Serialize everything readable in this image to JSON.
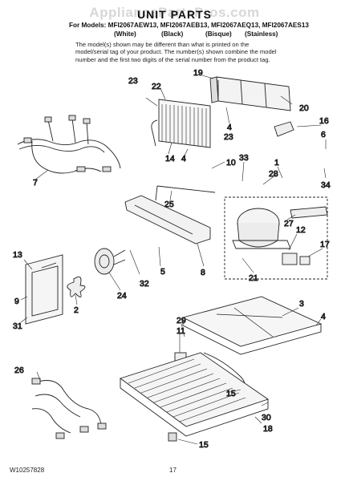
{
  "watermark": "AppliancePartsPros.com",
  "title": "UNIT PARTS",
  "models_line": "For Models: MFI2067AEW13, MFI2067AEB13, MFI2067AEQ13, MFI2067AES13",
  "variants": [
    "(White)",
    "(Black)",
    "(Bisque)",
    "(Stainless)"
  ],
  "note_lines": [
    "The model(s) shown may be different than what is printed on the",
    "model/serial tag of your product. The number(s) shown combine the model",
    "number and the first two digits of the serial number from the product tag."
  ],
  "footer": {
    "doc_number": "W10257828",
    "page_number": "17"
  },
  "callouts": [
    {
      "id": "19",
      "label": "19"
    },
    {
      "id": "22",
      "label": "22"
    },
    {
      "id": "23a",
      "label": "23"
    },
    {
      "id": "20",
      "label": "20"
    },
    {
      "id": "4a",
      "label": "4"
    },
    {
      "id": "23b",
      "label": "23"
    },
    {
      "id": "16",
      "label": "16"
    },
    {
      "id": "6",
      "label": "6"
    },
    {
      "id": "7",
      "label": "7"
    },
    {
      "id": "14",
      "label": "14"
    },
    {
      "id": "4b",
      "label": "4"
    },
    {
      "id": "10",
      "label": "10"
    },
    {
      "id": "33",
      "label": "33"
    },
    {
      "id": "1",
      "label": "1"
    },
    {
      "id": "28",
      "label": "28"
    },
    {
      "id": "34",
      "label": "34"
    },
    {
      "id": "25",
      "label": "25"
    },
    {
      "id": "27",
      "label": "27"
    },
    {
      "id": "12",
      "label": "12"
    },
    {
      "id": "17",
      "label": "17"
    },
    {
      "id": "13",
      "label": "13"
    },
    {
      "id": "5",
      "label": "5"
    },
    {
      "id": "8",
      "label": "8"
    },
    {
      "id": "32",
      "label": "32"
    },
    {
      "id": "21",
      "label": "21"
    },
    {
      "id": "24",
      "label": "24"
    },
    {
      "id": "9",
      "label": "9"
    },
    {
      "id": "2",
      "label": "2"
    },
    {
      "id": "31",
      "label": "31"
    },
    {
      "id": "3",
      "label": "3"
    },
    {
      "id": "4c",
      "label": "4"
    },
    {
      "id": "29",
      "label": "29"
    },
    {
      "id": "11",
      "label": "11"
    },
    {
      "id": "26",
      "label": "26"
    },
    {
      "id": "15a",
      "label": "15"
    },
    {
      "id": "30",
      "label": "30"
    },
    {
      "id": "18",
      "label": "18"
    },
    {
      "id": "15b",
      "label": "15"
    }
  ]
}
